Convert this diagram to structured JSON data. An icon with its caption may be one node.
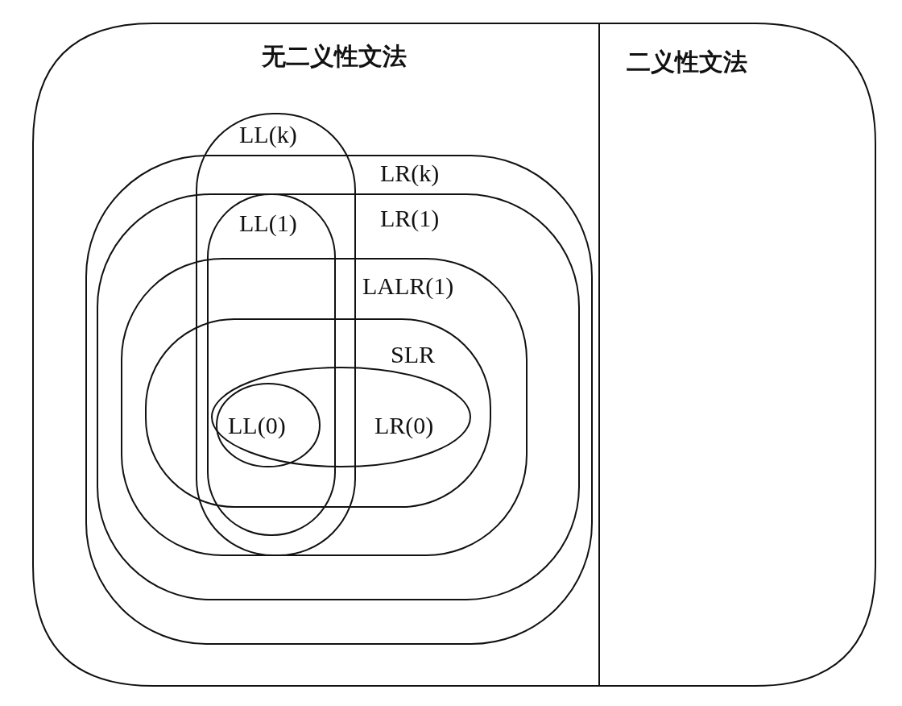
{
  "diagram": {
    "nodes": [
      {
        "text": [
          "无二义性文法"
        ]
      },
      {
        "text": [
          "二义性文法"
        ]
      },
      {
        "text": [
          "LL(k)"
        ],
        "in": 0
      },
      {
        "text": [
          "LR(k)"
        ],
        "in": 0
      },
      {
        "text": [
          "LL(1)"
        ],
        "in": 2
      },
      {
        "text": [
          "LR(1)"
        ],
        "in": 3
      },
      {
        "text": [
          "LALR(1)"
        ],
        "in": 5
      },
      {
        "text": [
          "SLR"
        ],
        "in": 6
      },
      {
        "text": [
          "LL(0)"
        ]
      },
      {
        "text": [
          "LR(0)"
        ],
        "in": 7
      }
    ]
  }
}
